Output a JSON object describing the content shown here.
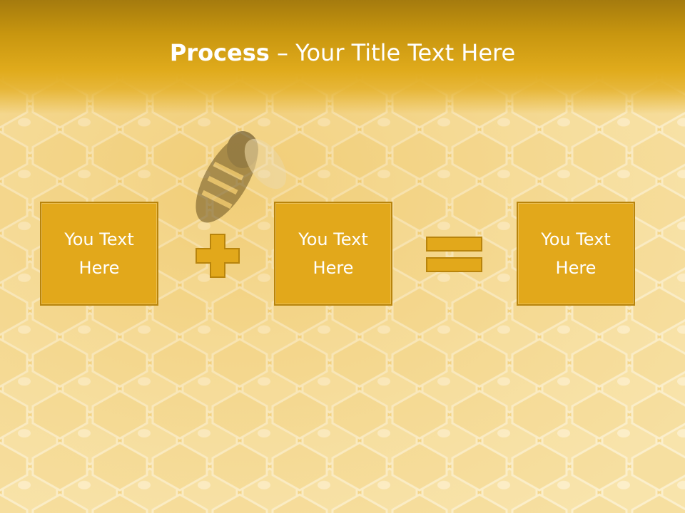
{
  "slide": {
    "title_bold": "Process",
    "title_rest": " – Your Title Text Here",
    "boxes": [
      {
        "line1": "You Text",
        "line2": "Here"
      },
      {
        "line1": "You Text",
        "line2": "Here"
      },
      {
        "line1": "You Text",
        "line2": "Here"
      }
    ],
    "operators": [
      "plus-icon",
      "equals-icon"
    ]
  },
  "colors": {
    "title_band": "#c8960f",
    "box_fill": "#e2a81b",
    "box_border": "#b8840c",
    "text": "#ffffff",
    "background": "#f6e2a6"
  }
}
